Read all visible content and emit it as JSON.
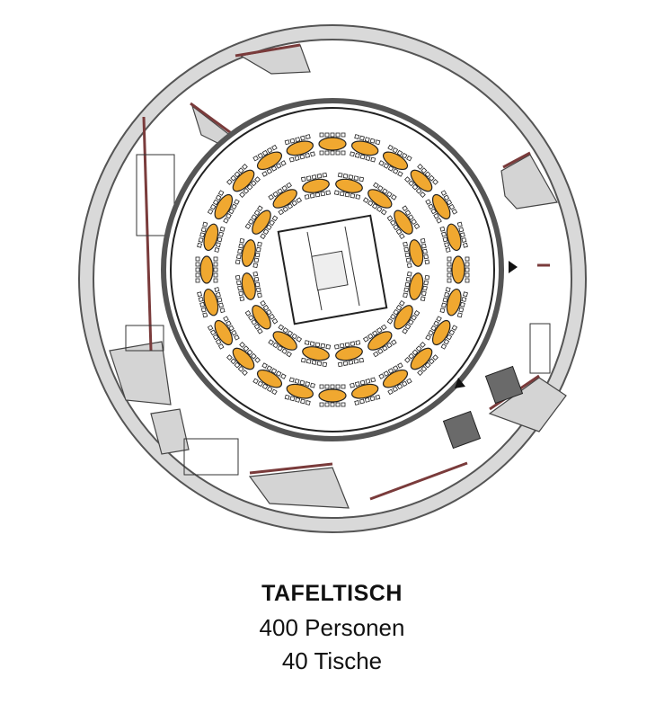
{
  "caption": {
    "title": "TAFELTISCH",
    "capacity": "400 Personen",
    "tables": "40 Tische"
  },
  "layout_info": {
    "table_count": 40,
    "rings": [
      {
        "name": "outer",
        "tables": 24
      },
      {
        "name": "middle",
        "tables": 16
      }
    ],
    "chairs_per_side": 5
  },
  "colors": {
    "table_fill": "#f0a830",
    "table_stroke": "#222222",
    "wall_fill": "#d9d9d9",
    "wall_stroke": "#555555",
    "accent_wall": "#7a3b3b",
    "dark_block": "#666666"
  }
}
